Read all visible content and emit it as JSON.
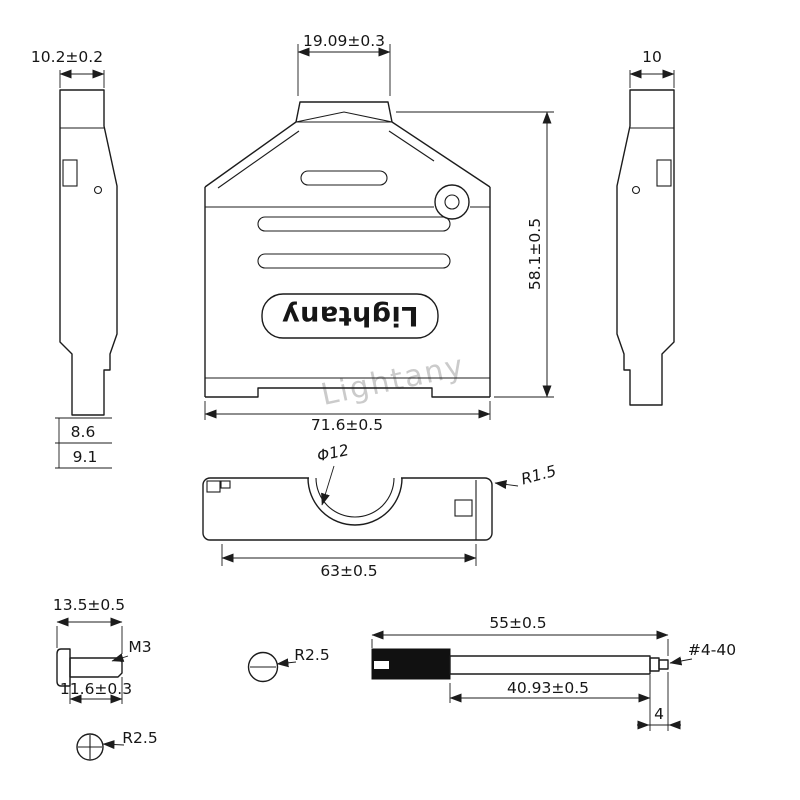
{
  "drawing": {
    "watermark_text": "Lightany",
    "colors": {
      "line": "#1c1c1c",
      "watermark": "#cbcbcb",
      "filled_part": "#111111"
    },
    "front_view": {
      "neck_width": "19.09±0.3",
      "height": "58.1±0.5",
      "width": "71.6±0.5",
      "logo": "Lightany"
    },
    "left_side_view": {
      "depth": "10.2±0.2",
      "step_a": "8.6",
      "step_b": "9.1"
    },
    "right_side_view": {
      "depth": "10"
    },
    "top_view": {
      "hole_diameter": "Φ12",
      "corner_radius": "R1.5",
      "width": "63±0.5"
    },
    "m3_screw": {
      "overall_length": "13.5±0.5",
      "thread": "M3",
      "shaft_length": "11.6±0.3",
      "head_radius": "R2.5"
    },
    "slotted_head": {
      "radius": "R2.5"
    },
    "jackscrew": {
      "overall_length": "55±0.5",
      "thread": "#4-40",
      "body_length": "40.93±0.5",
      "tip_length": "4"
    }
  }
}
